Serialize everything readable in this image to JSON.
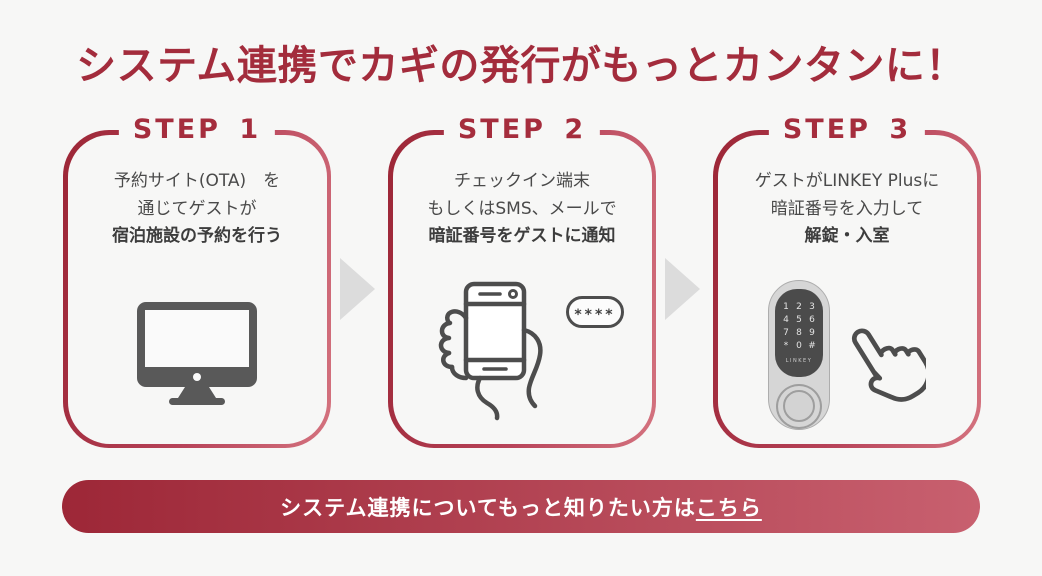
{
  "title": "システム連携でカギの発行がもっとカンタンに！",
  "steps": [
    {
      "label": "STEP 1",
      "line1": "予約サイト(OTA)　を",
      "line2": "通じてゲストが",
      "line3": "宿泊施設の予約を行う",
      "icon": "desktop-computer-icon"
    },
    {
      "label": "STEP 2",
      "line1": "チェックイン端末",
      "line2": "もしくはSMS、メールで",
      "line3": "暗証番号をゲストに通知",
      "icon": "hand-holding-smartphone-icon",
      "bubble_text": "****"
    },
    {
      "label": "STEP 3",
      "line1": "ゲストがLINKEY Plusに",
      "line2": "暗証番号を入力して",
      "line3": "解錠・入室",
      "icon": "smart-lock-keypad-icon",
      "lock": {
        "keys": [
          "1",
          "2",
          "3",
          "4",
          "5",
          "6",
          "7",
          "8",
          "9",
          "*",
          "0",
          "#"
        ],
        "brand": "LINKEY"
      }
    }
  ],
  "banner": {
    "text": "システム連携についてもっと知りたい方は",
    "link_text": "こちら"
  },
  "colors": {
    "background": "#f7f7f6",
    "title_red": "#a32c3c",
    "card_border_gradient_start": "#9c2636",
    "card_border_gradient_end": "#d4737f",
    "banner_gradient_start": "#9d2737",
    "banner_gradient_end": "#c8606f",
    "body_text_gray": "#4a4a4a",
    "arrow_gray": "#dcdcdc",
    "icon_gray": "#4d4d4d"
  }
}
